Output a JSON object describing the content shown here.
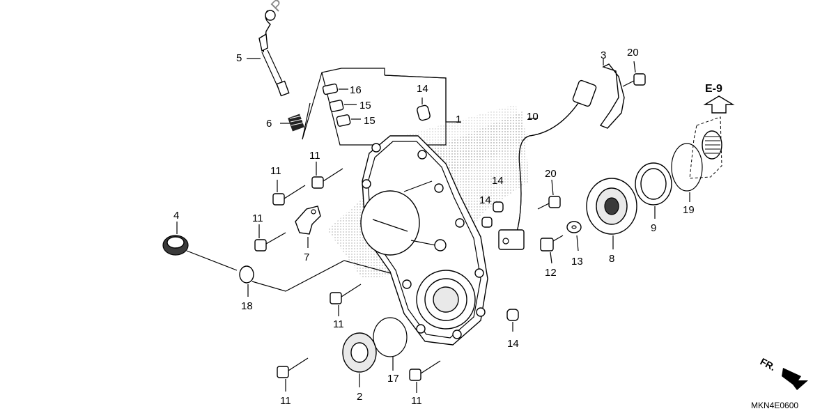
{
  "callouts": {
    "c1": "1",
    "c2": "2",
    "c3": "3",
    "c4": "4",
    "c5": "5",
    "c6": "6",
    "c7": "7",
    "c8": "8",
    "c9": "9",
    "c10": "10",
    "c11_a": "11",
    "c11_b": "11",
    "c11_c": "11",
    "c11_d": "11",
    "c11_e": "11",
    "c11_f": "11",
    "c12": "12",
    "c13": "13",
    "c14_a": "14",
    "c14_b": "14",
    "c14_c": "14",
    "c14_d": "14",
    "c15_a": "15",
    "c15_b": "15",
    "c16": "16",
    "c17": "17",
    "c18": "18",
    "c19": "19",
    "c20_a": "20",
    "c20_b": "20"
  },
  "reference": {
    "label": "E-9"
  },
  "direction": {
    "label": "FR."
  },
  "diagram_code": "MKN4E0600",
  "watermark": "P"
}
